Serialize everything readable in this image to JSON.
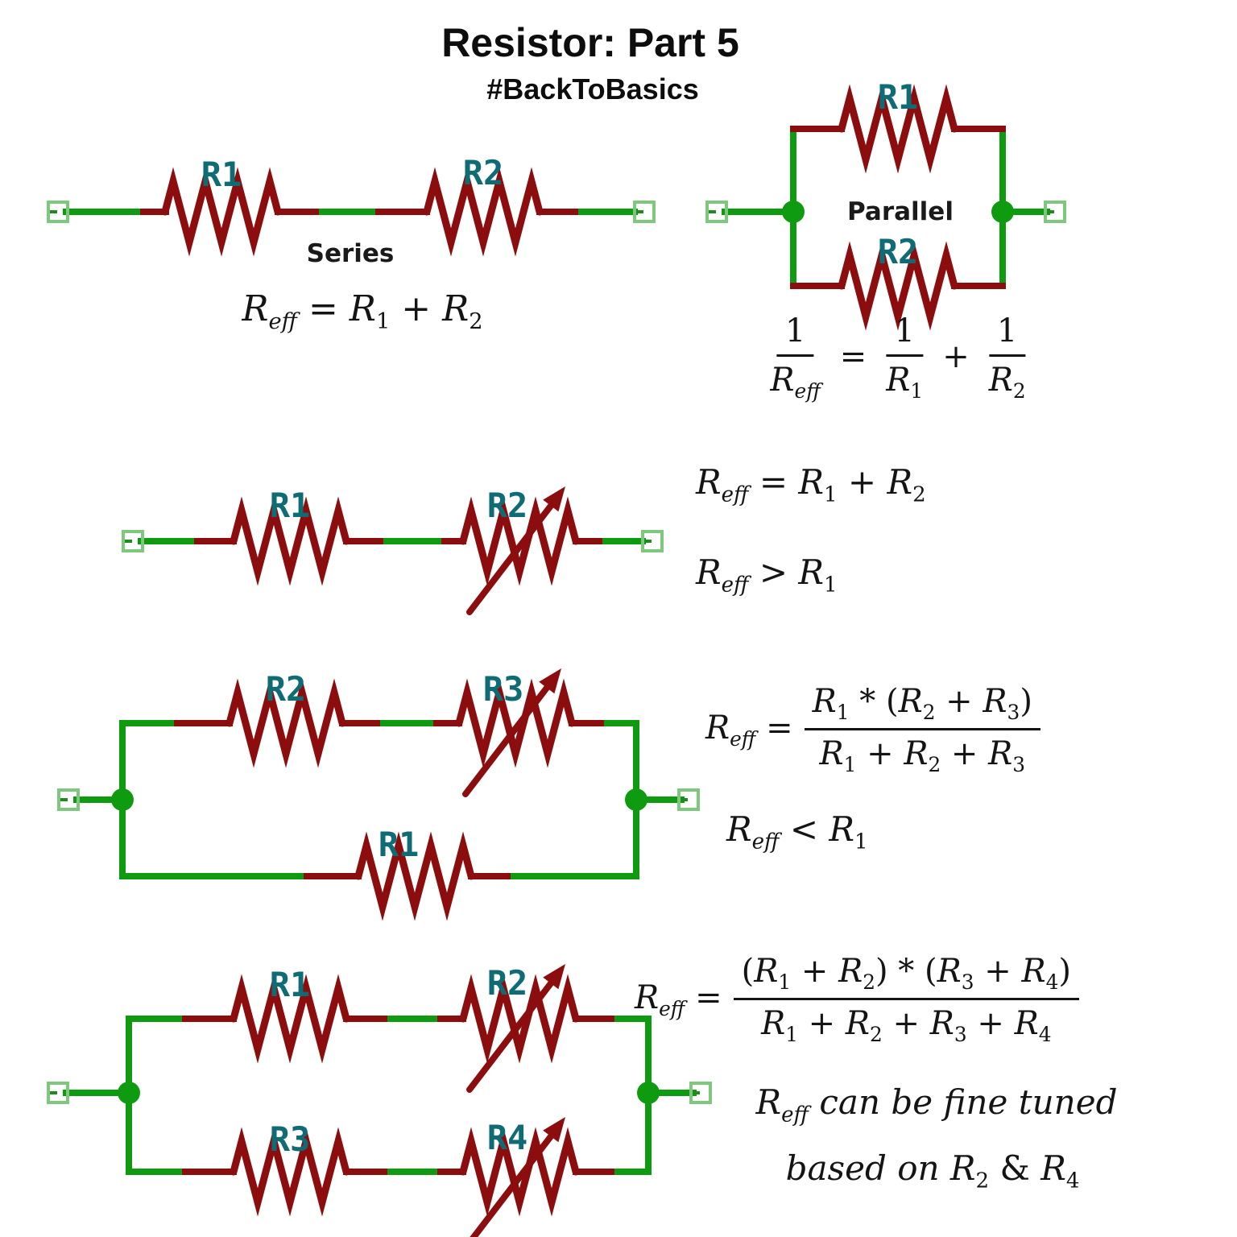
{
  "page": {
    "title": "Resistor: Part 5",
    "subtitle": "#BackToBasics"
  },
  "colors": {
    "wire_green": "#0F9B0F",
    "terminal_green": "#7DC87D",
    "resistor_red": "#8C0D0D",
    "label_teal": "#0F6B74",
    "text_black": "#141414"
  },
  "circuits": {
    "series": {
      "caption": "Series",
      "r1": "R1",
      "r2": "R2"
    },
    "parallel": {
      "caption": "Parallel",
      "r1": "R1",
      "r2": "R2"
    },
    "series_var": {
      "r1": "R1",
      "r2": "R2"
    },
    "parallel_r1_r2r3": {
      "r1": "R1",
      "r2": "R2",
      "r3": "R3"
    },
    "parallel_r1r2_r3r4": {
      "r1": "R1",
      "r2": "R2",
      "r3": "R3",
      "r4": "R4"
    }
  },
  "formulas": {
    "series_eq": [
      {
        "text": "R_{eff} = R_{1} + R_{2}"
      }
    ],
    "parallel_eq": [
      {
        "frac": [
          "1",
          "R_{eff}"
        ]
      },
      {
        "text": "="
      },
      {
        "frac": [
          "1",
          "R_{1}"
        ]
      },
      {
        "text": "+"
      },
      {
        "frac": [
          "1",
          "R_{2}"
        ]
      }
    ],
    "series_var_eq": [
      {
        "text": "R_{eff} = R_{1} + R_{2}"
      }
    ],
    "series_var_gt": [
      {
        "text": "R_{eff} > R_{1}"
      }
    ],
    "combo3_eq": [
      {
        "text": "R_{eff} ="
      },
      {
        "frac": [
          "R_{1} * (R_{2} + R_{3})",
          "R_{1} + R_{2} + R_{3}"
        ]
      }
    ],
    "combo3_lt": [
      {
        "text": "R_{eff} < R_{1}"
      }
    ],
    "combo4_eq": [
      {
        "text": "R_{eff} ="
      },
      {
        "frac": [
          "(R_{1} + R_{2}) * (R_{3} + R_{4})",
          "R_{1} + R_{2} + R_{3} + R_{4}"
        ]
      }
    ],
    "note_line1": [
      {
        "text": "R_{eff} can be fine tuned"
      }
    ],
    "note_line2": [
      {
        "text": "based on R_{2} & R_{4}"
      }
    ]
  }
}
